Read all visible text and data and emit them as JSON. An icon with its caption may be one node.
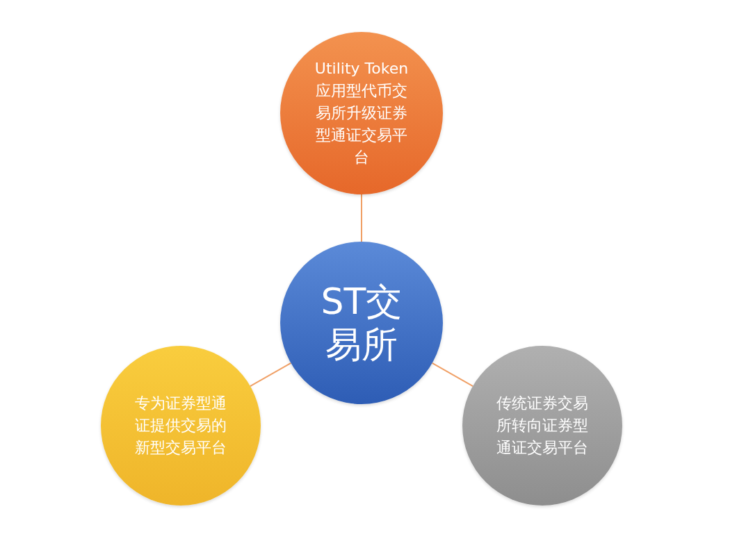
{
  "diagram": {
    "nodes": [
      {
        "text": [
          "ST交易所"
        ]
      },
      {
        "text": [
          "Utility Token",
          "应用型代币交易所升级证券型通证交易平台"
        ]
      },
      {
        "text": [
          "专为证券型通证提供交易的新型交易平台"
        ]
      },
      {
        "text": [
          "传统证券交易所转向证券型通证交易平台"
        ]
      }
    ],
    "edges": [
      {
        "from": 0,
        "to": 1,
        "arrow": "none"
      },
      {
        "from": 0,
        "to": 2,
        "arrow": "none"
      },
      {
        "from": 0,
        "to": 3,
        "arrow": "none"
      }
    ]
  }
}
